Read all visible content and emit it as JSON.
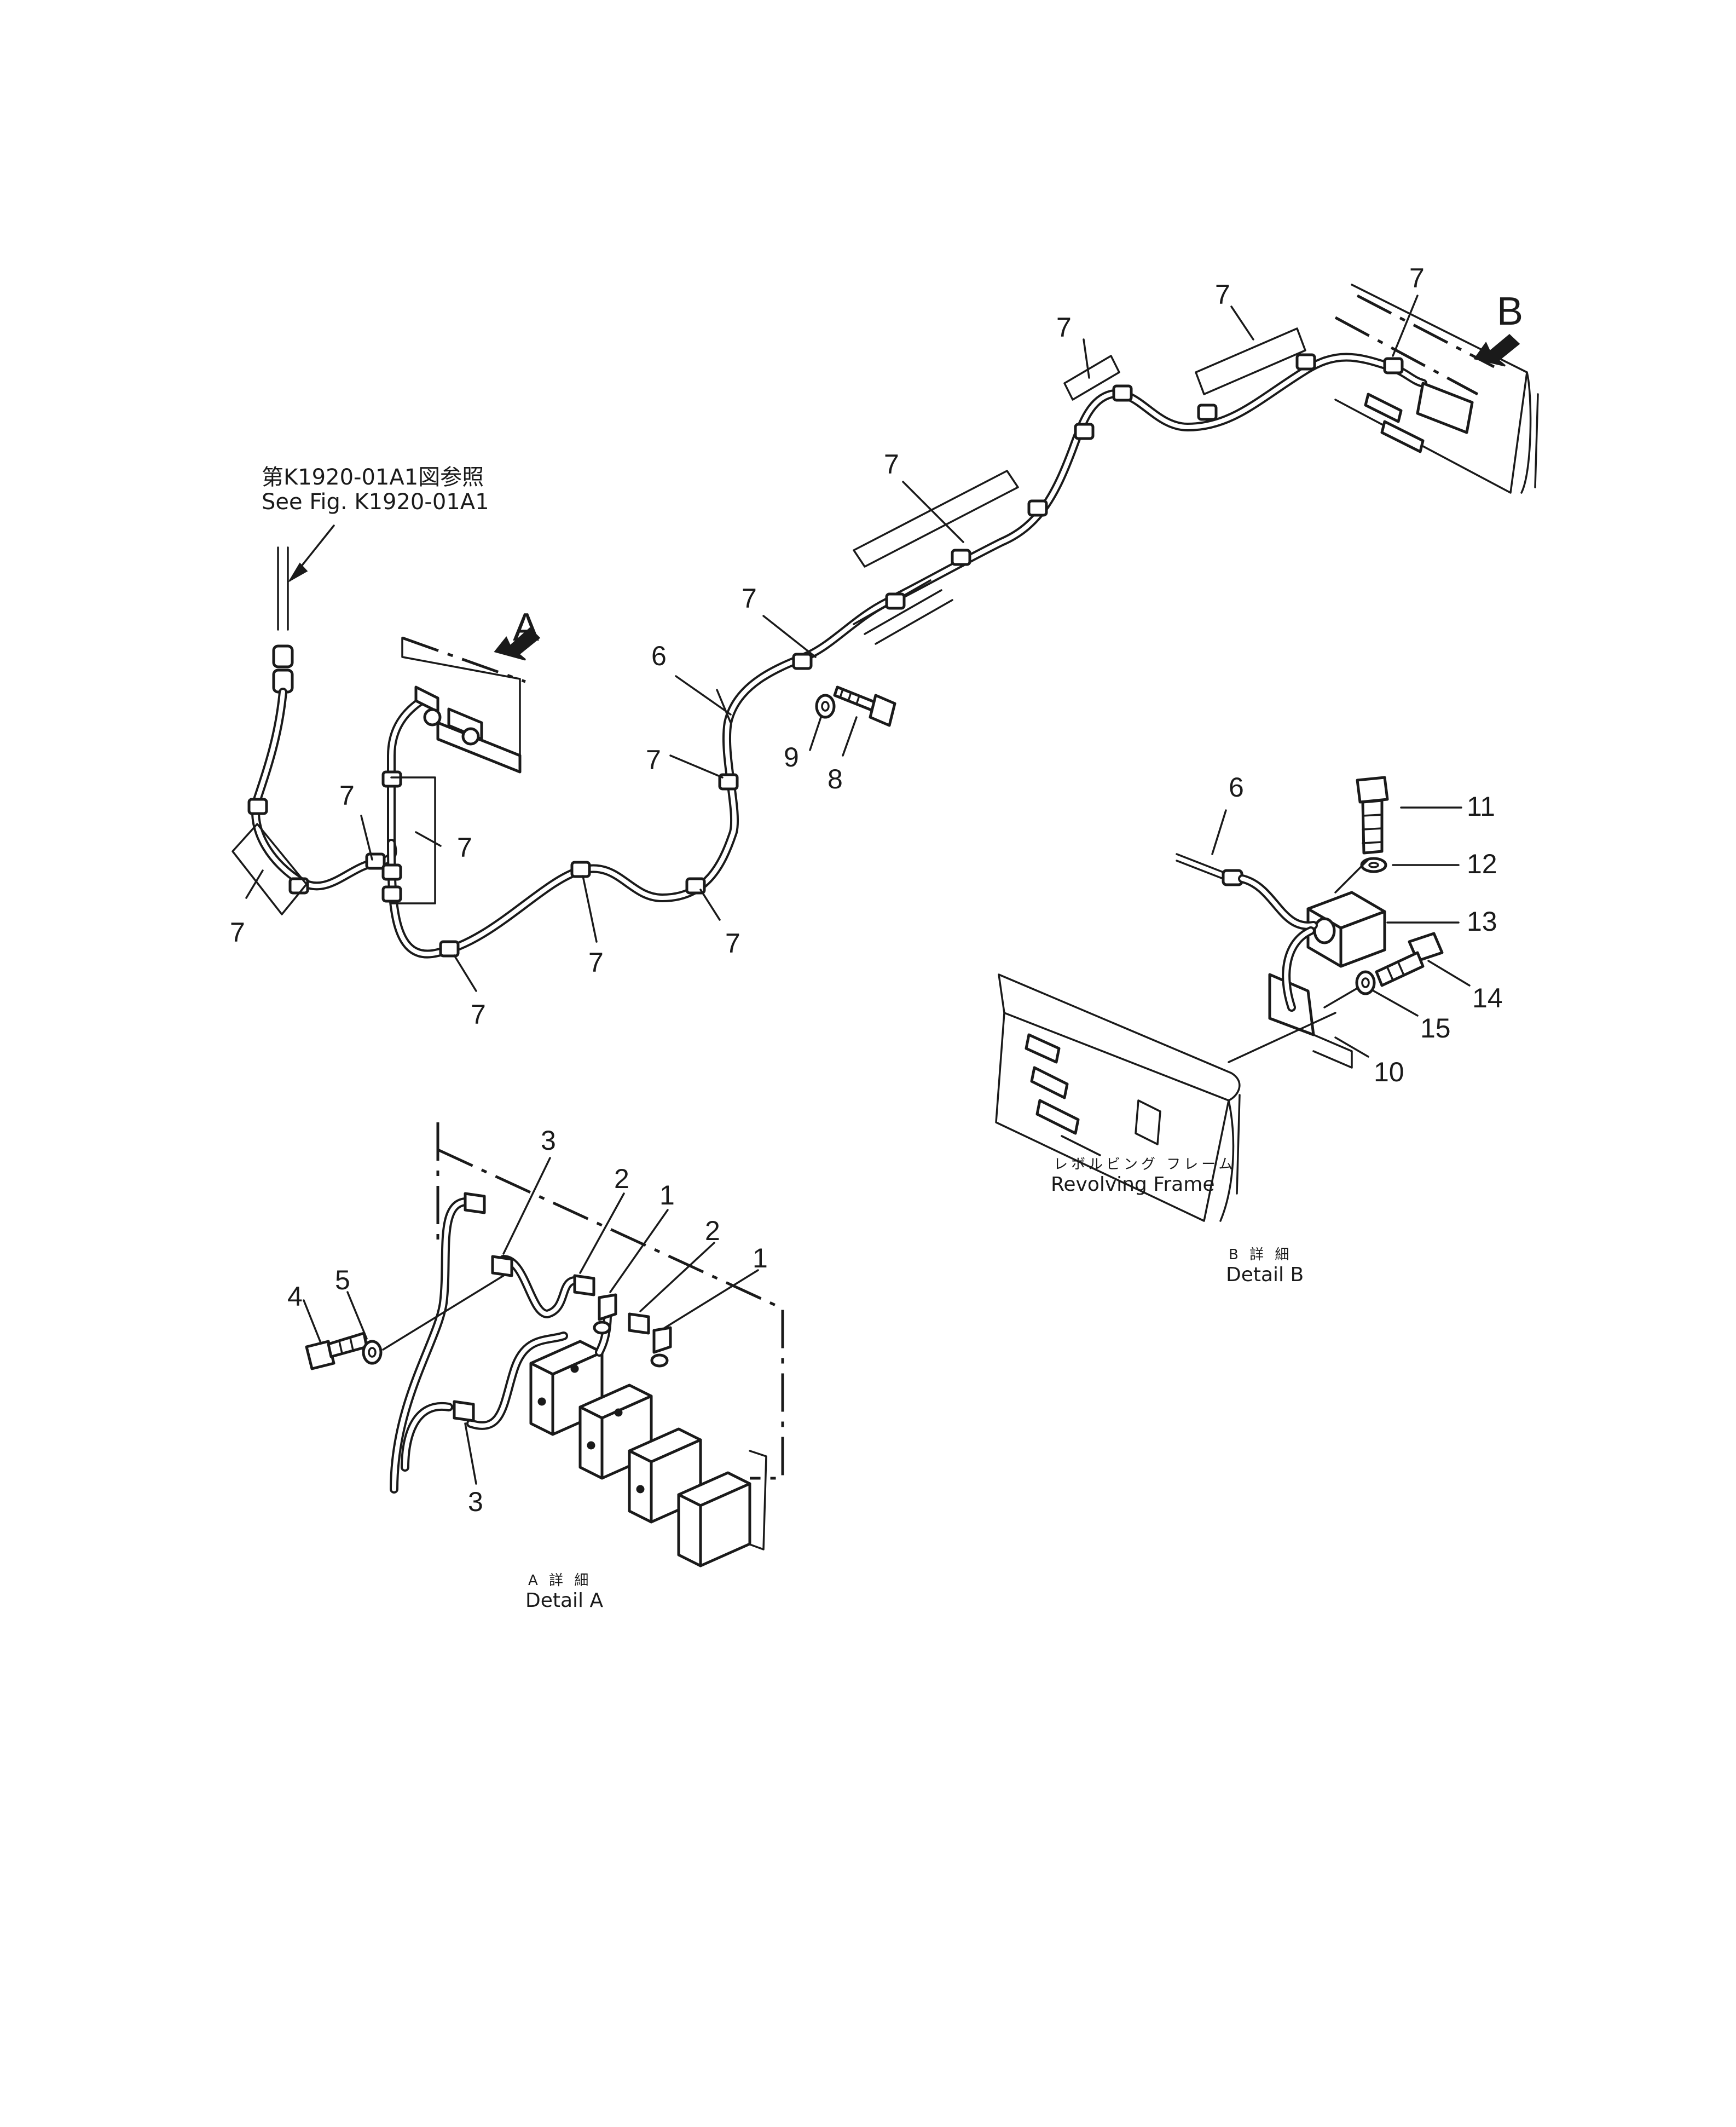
{
  "reference": {
    "jp": "第K1920-01A1図参照",
    "en": "See Fig. K1920-01A1"
  },
  "view_markers": {
    "a": "A",
    "b": "B"
  },
  "part_numbers": {
    "p1": "1",
    "p2": "2",
    "p3": "3",
    "p4": "4",
    "p5": "5",
    "p6": "6",
    "p7": "7",
    "p8": "8",
    "p9": "9",
    "p10": "10",
    "p11": "11",
    "p12": "12",
    "p13": "13",
    "p14": "14",
    "p15": "15"
  },
  "frame_label": {
    "jp": "レボルビング フレーム",
    "en": "Revolving Frame"
  },
  "detail_a": {
    "jp": "A 詳 細",
    "en": "Detail A"
  },
  "detail_b": {
    "jp": "B 詳 細",
    "en": "Detail B"
  }
}
